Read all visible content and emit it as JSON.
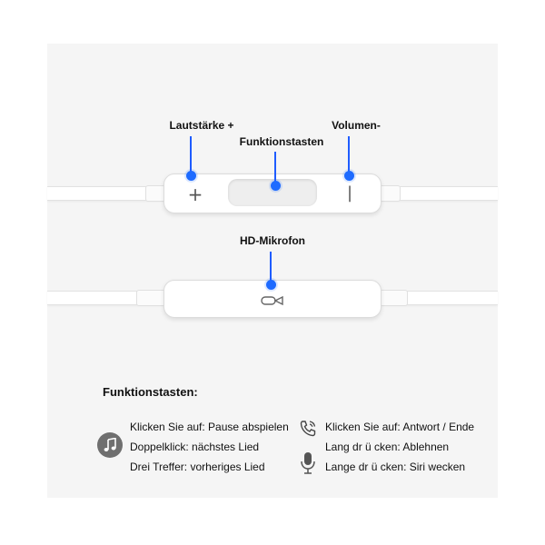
{
  "callouts": {
    "volume_up": "Lautstärke +",
    "function_buttons": "Funktionstasten",
    "volume_down": "Volumen-",
    "microphone": "HD-Mikrofon"
  },
  "remote": {
    "plus_glyph": "+",
    "minus_glyph": "|"
  },
  "legend": {
    "title": "Funktionstasten:",
    "music_lines": [
      "Klicken Sie auf: Pause abspielen",
      "Doppelklick: nächstes Lied",
      "Drei Treffer: vorheriges Lied"
    ],
    "phone_lines": [
      "Klicken Sie auf: Antwort / Ende",
      "Lang dr ü cken: Ablehnen",
      "Lange dr ü cken: Siri wecken"
    ]
  },
  "icons": {
    "music": "music-note-icon",
    "phone": "phone-icon",
    "mic": "microphone-icon"
  },
  "colors": {
    "accent": "#1e6bff",
    "panel": "#f5f5f5",
    "music_icon_bg": "#6f6f6f"
  }
}
